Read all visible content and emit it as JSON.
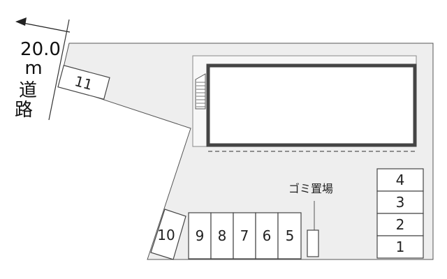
{
  "road": {
    "width_label": "20.0",
    "unit_label": "m",
    "name_char_1": "道",
    "name_char_2": "路"
  },
  "labels": {
    "garbage": "ゴミ置場"
  },
  "parking": {
    "slot_11": "11",
    "slot_10": "10",
    "row_bottom": [
      "9",
      "8",
      "7",
      "6",
      "5"
    ],
    "column_right": [
      "4",
      "3",
      "2",
      "1"
    ]
  },
  "colors": {
    "lot_fill": "#eeeeee",
    "building_outline": "#444444",
    "line": "#333333"
  }
}
